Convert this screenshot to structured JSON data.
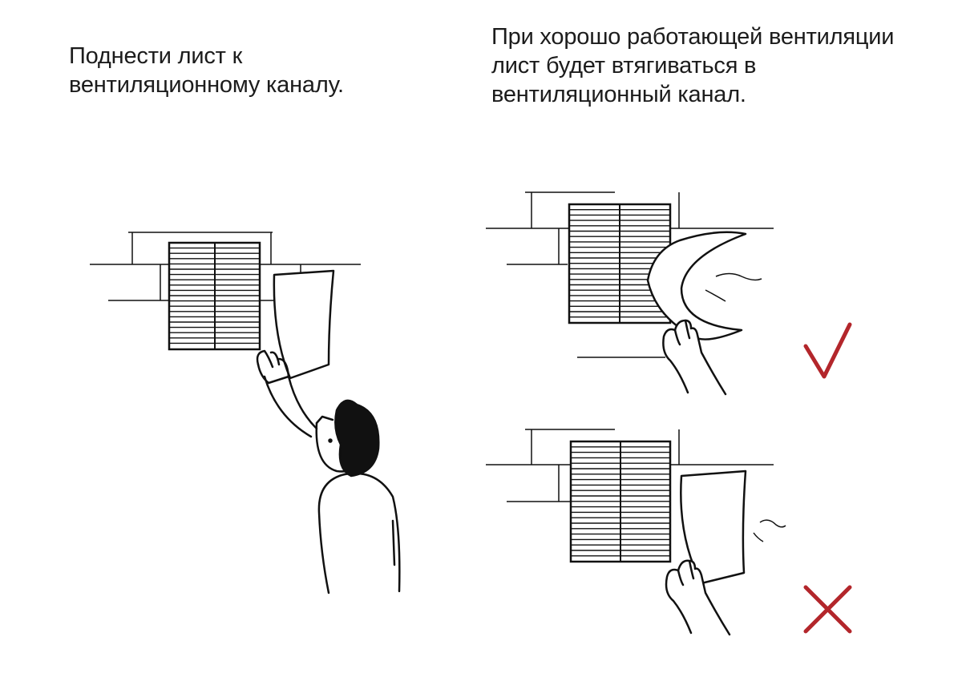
{
  "captions": {
    "left": {
      "line1": "Поднести лист к",
      "line2": "вентиляционному каналу."
    },
    "right": {
      "line1": "При хорошо работающей вентиляции",
      "line2": "лист будет втягиваться в",
      "line3": "вентиляционный канал."
    }
  },
  "colors": {
    "ink": "#111111",
    "check": "#b3262b",
    "cross": "#b3262b"
  },
  "icons": {
    "good": "check-mark-icon",
    "bad": "cross-mark-icon"
  }
}
